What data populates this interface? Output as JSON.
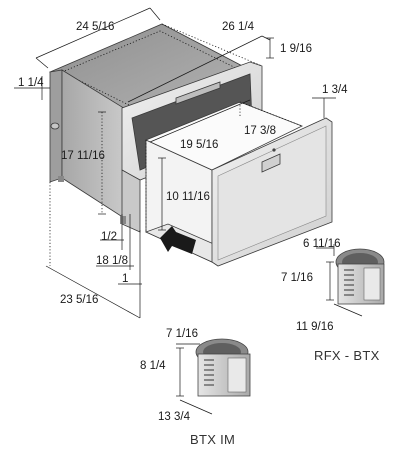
{
  "dimensions": {
    "width_outer": "24 5/16",
    "width_front": "26 1/4",
    "flange_top": "1 9/16",
    "flange_side": "1 1/4",
    "flange_right": "1 3/4",
    "drawer_width": "19 5/16",
    "drawer_depth": "17 3/8",
    "height_body": "17 11/16",
    "drawer_height": "10 11/16",
    "offset_half": "1/2",
    "offset_1_1_8": "18 1/8",
    "offset_1": "1",
    "depth_total": "23 5/16"
  },
  "units": {
    "rfx_btx": {
      "label": "RFX - BTX",
      "d1": "6 11/16",
      "d2": "7 1/16",
      "d3": "11 9/16"
    },
    "btx_im": {
      "label": "BTX IM",
      "d1": "7 1/16",
      "d2": "8 1/4",
      "d3": "13 3/4"
    }
  },
  "colors": {
    "top_panel": "#9a9a9a",
    "side_panel": "#b5b5b5",
    "front_frame": "#d8d8d8",
    "drawer_front": "#e6e6e6",
    "interior": "#f4f4f4",
    "arrow": "#222222"
  }
}
